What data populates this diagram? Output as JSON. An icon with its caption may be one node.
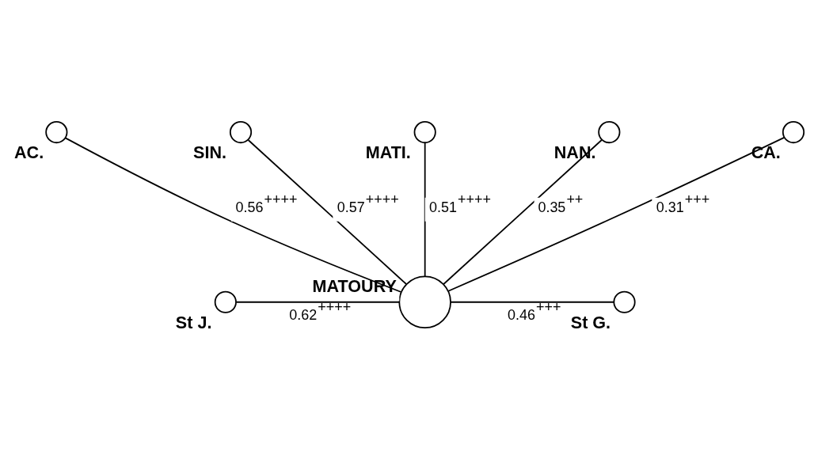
{
  "diagram": {
    "nodes": [
      {
        "text": [
          "MATI."
        ]
      },
      {
        "text": [
          "SIN."
        ]
      },
      {
        "text": [
          "NAN."
        ]
      },
      {
        "text": [
          "AC."
        ]
      },
      {
        "text": [
          "CA."
        ]
      },
      {
        "text": [
          "St J."
        ]
      },
      {
        "text": [
          "MATOURY"
        ]
      },
      {
        "text": [
          "St G."
        ]
      }
    ],
    "edges": [
      {
        "from": 6,
        "to": 5,
        "arrow": "none",
        "label": "0.62$^{++++}$"
      },
      {
        "from": 6,
        "to": 3,
        "arrow": "none",
        "label": "0.56$^{++++}$"
      },
      {
        "from": 6,
        "to": 1,
        "arrow": "none",
        "label": "0.57$^{++++}$"
      },
      {
        "from": 6,
        "to": 0,
        "arrow": "none",
        "label": "0.51$^{++++}$"
      },
      {
        "from": 6,
        "to": 2,
        "arrow": "none",
        "label": "0.35$^{++}$"
      },
      {
        "from": 6,
        "to": 4,
        "arrow": "none",
        "label": "0.31$^{+++}$"
      },
      {
        "from": 6,
        "to": 7,
        "arrow": "none",
        "label": "0.46$^{+++}$"
      }
    ]
  }
}
